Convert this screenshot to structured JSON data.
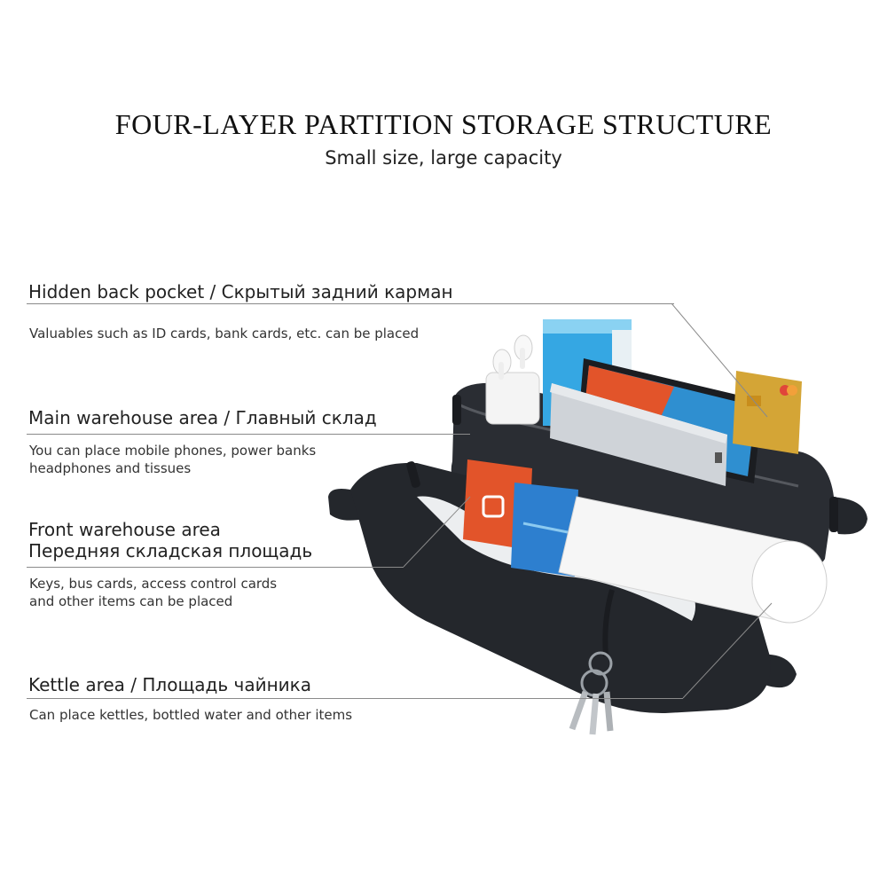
{
  "header": {
    "title": "FOUR-LAYER PARTITION STORAGE STRUCTURE",
    "subtitle": "Small size, large capacity"
  },
  "sections": [
    {
      "heading": [
        "Hidden back pocket / Скрытый задний карман"
      ],
      "description": [
        "Valuables such as ID cards, bank cards, etc. can be placed"
      ]
    },
    {
      "heading": [
        "Main warehouse area / Главный склад"
      ],
      "description": [
        "You can place mobile phones, power banks",
        "headphones and tissues"
      ]
    },
    {
      "heading": [
        "Front warehouse area",
        "Передняя складская площадь"
      ],
      "description": [
        "Keys, bus cards, access control cards",
        "and other items can be placed"
      ]
    },
    {
      "heading": [
        "Kettle area / Площадь чайника"
      ],
      "description": [
        "Can place kettles, bottled water and other items"
      ]
    }
  ],
  "product": {
    "subject": "bag",
    "colors": {
      "bag": "#2a2d33",
      "zipper": "#55585e",
      "accent_red": "#e2542a",
      "accent_blue": "#2d7fcf",
      "card_gold": "#d4a536"
    },
    "items": [
      "earbuds-case",
      "book",
      "smartphone",
      "power-bank",
      "bank-card",
      "red-card",
      "blue-card",
      "water-bottle",
      "keys"
    ]
  }
}
